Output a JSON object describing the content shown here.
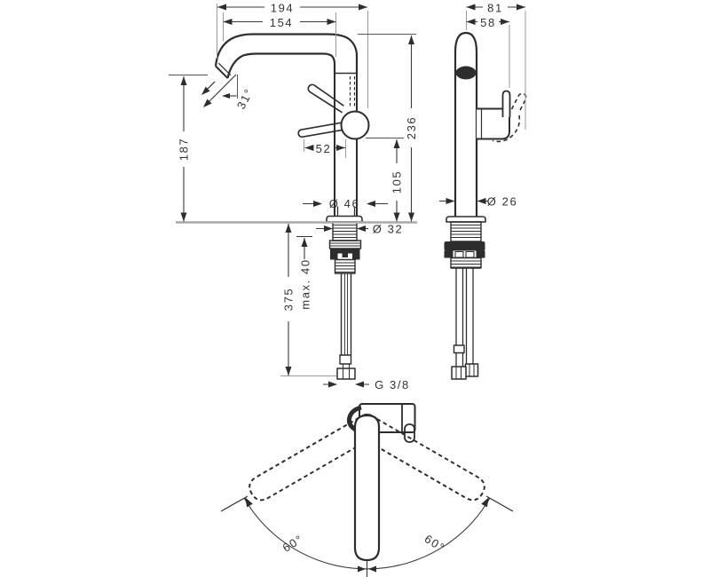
{
  "colors": {
    "background": "#ffffff",
    "ink": "#2d2d2d",
    "dim_line": "#3a3a3a",
    "extension_line": "#9a9a9a",
    "reference_line": "#555555",
    "deck_line": "#a8a8a8",
    "text": "#333333"
  },
  "views": {
    "front": {
      "dims": {
        "spout_length": "194",
        "spout_reach": "154",
        "outlet_height": "187",
        "spray_angle": "31°",
        "lever_length": "52",
        "total_height": "236",
        "lever_height": "105",
        "base_diameter": "Ø 46",
        "shank_diameter": "Ø 32",
        "riser_length": "375",
        "max_mounting_thickness": "max. 40",
        "connection_thread": "G 3/8"
      }
    },
    "side": {
      "dims": {
        "depth": "81",
        "lever_reach": "58",
        "column_diameter": "Ø 26"
      }
    },
    "top": {
      "dims": {
        "swivel_left": "60°",
        "swivel_right": "60°"
      }
    }
  }
}
